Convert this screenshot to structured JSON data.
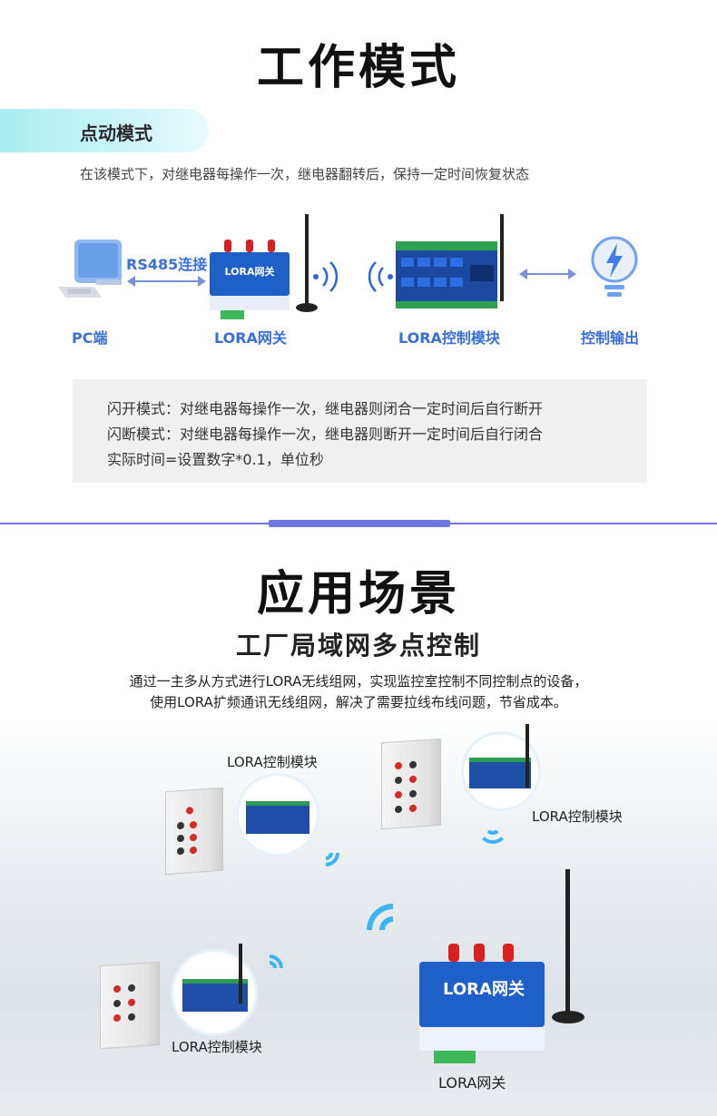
{
  "section1": {
    "title": "工作模式",
    "mode_tag": "点动模式",
    "description": "在该模式下，对继电器每操作一次，继电器翻转后，保持一定时间恢复状态",
    "diagram": {
      "link_label": "RS485连接",
      "pc_label": "PC端",
      "gateway_label": "LORA网关",
      "gateway_screen_text": "LORA网关",
      "module_label": "LORA控制模块",
      "output_label": "控制输出"
    },
    "info_lines": [
      "闪开模式：对继电器每操作一次，继电器则闭合一定时间后自行断开",
      "闪断模式：对继电器每操作一次，继电器则断开一定时间后自行闭合",
      "实际时间=设置数字*0.1，单位秒"
    ]
  },
  "section2": {
    "title": "应用场景",
    "subtitle": "工厂局域网多点控制",
    "description_line1": "通过一主多从方式进行LORA无线组网，实现监控室控制不同控制点的设备，",
    "description_line2": "使用LORA扩频通讯无线组网，解决了需要拉线布线问题，节省成本。",
    "scene_labels": {
      "module_top_left": "LORA控制模块",
      "module_top_right": "LORA控制模块",
      "module_bottom_left": "LORA控制模块",
      "gateway": "LORA网关"
    },
    "gateway_device_text": "LORA网关"
  },
  "colors": {
    "accent_blue": "#3a6fd8",
    "divider": "#6f78e0",
    "pill": "#a8eef2",
    "wifi": "#3bb4f0"
  }
}
